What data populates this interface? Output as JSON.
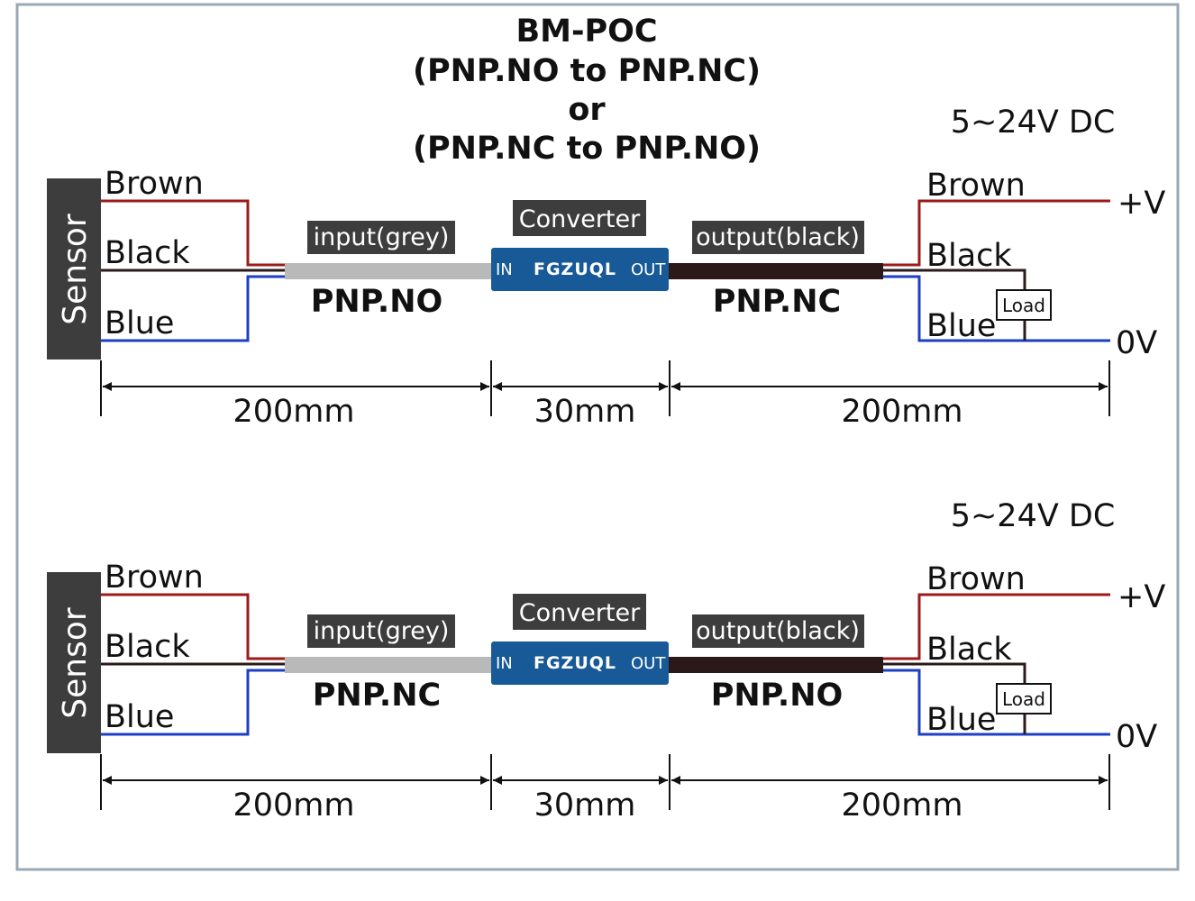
{
  "title": {
    "line1": "BM-POC",
    "line2": "(PNP.NO to PNP.NC)",
    "line3": "or",
    "line4": "(PNP.NC to PNP.NO)"
  },
  "colors": {
    "brown": "#9b1b1b",
    "black": "#2a1a1a",
    "blue": "#1d3fc4",
    "grey_cable": "#b9b9b9",
    "black_cable": "#2b1818",
    "converter": "#175a97",
    "label_box": "#3d3d3d"
  },
  "panels": [
    {
      "supply": "5~24V DC",
      "sensor_label": "Sensor",
      "wires_left": [
        "Brown",
        "Black",
        "Blue"
      ],
      "input_label": "input(grey)",
      "converter_label": "Converter",
      "output_label": "output(black)",
      "in_mode": "PNP.NO",
      "out_mode": "PNP.NC",
      "device": {
        "in": "IN",
        "brand": "FGZUQL",
        "out": "OUT"
      },
      "wires_right": [
        "Brown",
        "Black",
        "Blue"
      ],
      "load": "Load",
      "plus_v": "+V",
      "zero_v": "0V",
      "dims": [
        "200mm",
        "30mm",
        "200mm"
      ]
    },
    {
      "supply": "5~24V DC",
      "sensor_label": "Sensor",
      "wires_left": [
        "Brown",
        "Black",
        "Blue"
      ],
      "input_label": "input(grey)",
      "converter_label": "Converter",
      "output_label": "output(black)",
      "in_mode": "PNP.NC",
      "out_mode": "PNP.NO",
      "device": {
        "in": "IN",
        "brand": "FGZUQL",
        "out": "OUT"
      },
      "wires_right": [
        "Brown",
        "Black",
        "Blue"
      ],
      "load": "Load",
      "plus_v": "+V",
      "zero_v": "0V",
      "dims": [
        "200mm",
        "30mm",
        "200mm"
      ]
    }
  ]
}
